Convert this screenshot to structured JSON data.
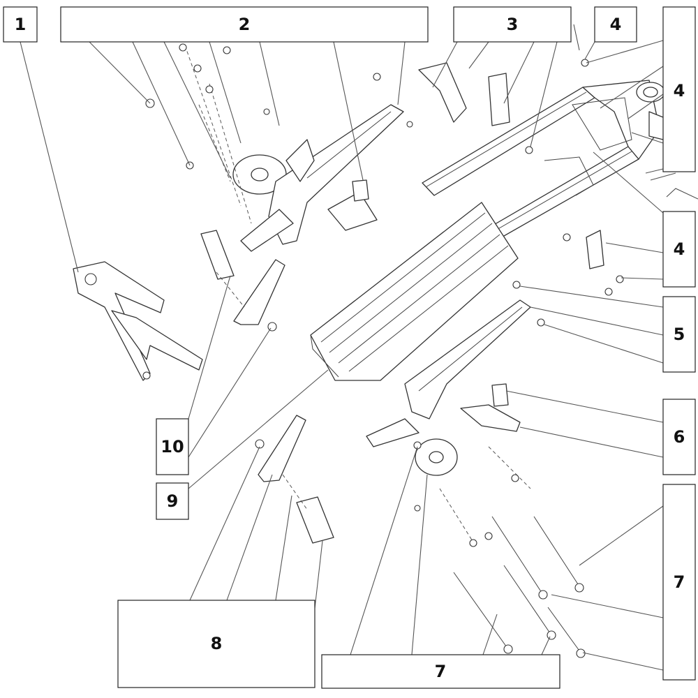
{
  "callouts": [
    {
      "id": "c1",
      "label": "1"
    },
    {
      "id": "c2",
      "label": "2"
    },
    {
      "id": "c3",
      "label": "3"
    },
    {
      "id": "c4a",
      "label": "4"
    },
    {
      "id": "c4b",
      "label": "4"
    },
    {
      "id": "c4c",
      "label": "4"
    },
    {
      "id": "c5",
      "label": "5"
    },
    {
      "id": "c6",
      "label": "6"
    },
    {
      "id": "c7a",
      "label": "7"
    },
    {
      "id": "c7b",
      "label": "7"
    },
    {
      "id": "c8",
      "label": "8"
    },
    {
      "id": "c9",
      "label": "9"
    },
    {
      "id": "c10",
      "label": "10"
    }
  ],
  "colors": {
    "line": "#333333",
    "background": "#ffffff"
  }
}
